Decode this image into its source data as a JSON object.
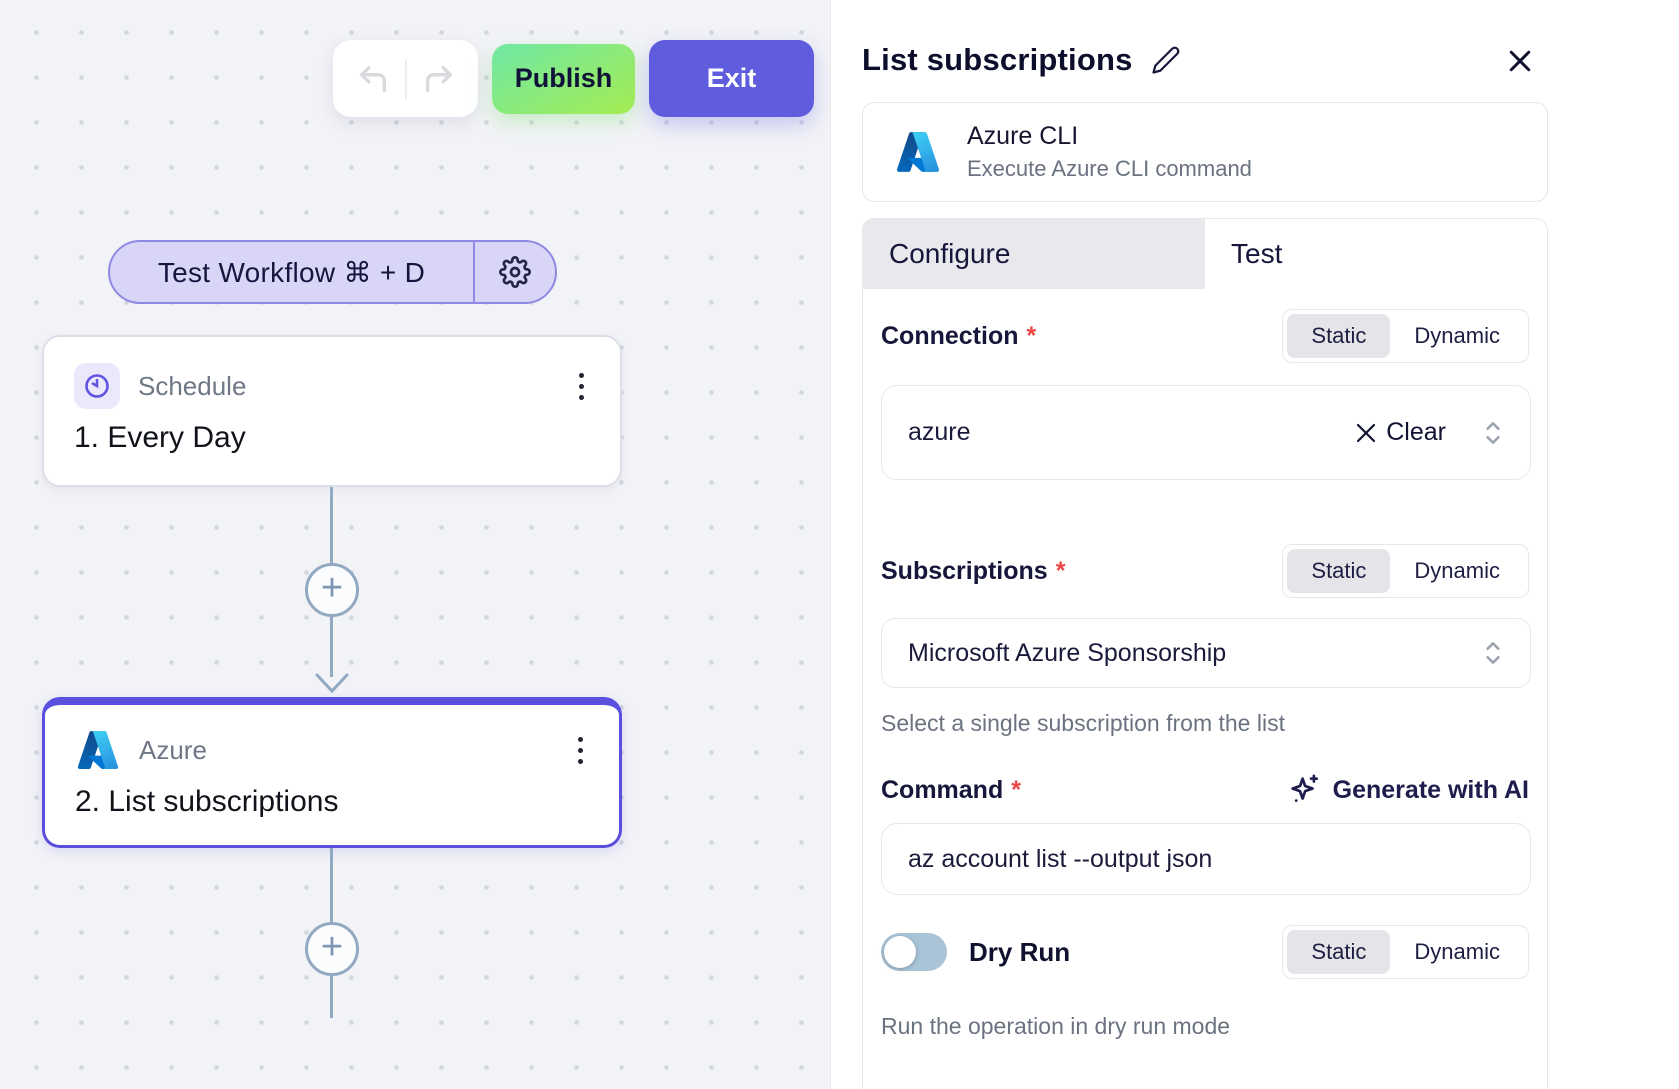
{
  "canvas": {
    "toolbar": {
      "publish_label": "Publish",
      "exit_label": "Exit"
    },
    "test_workflow": {
      "label": "Test Workflow ⌘ + D"
    },
    "nodes": [
      {
        "app": "Schedule",
        "title": "1. Every Day"
      },
      {
        "app": "Azure",
        "title": "2. List subscriptions"
      }
    ],
    "plus_glyph": "+"
  },
  "panel": {
    "title": "List subscriptions",
    "app_card": {
      "name": "Azure CLI",
      "description": "Execute Azure CLI command"
    },
    "tabs": {
      "configure": "Configure",
      "test": "Test"
    },
    "segmented": {
      "static": "Static",
      "dynamic": "Dynamic"
    },
    "required_marker": "*",
    "fields": {
      "connection": {
        "label": "Connection",
        "value": "azure",
        "clear_label": "Clear"
      },
      "subscriptions": {
        "label": "Subscriptions",
        "value": "Microsoft Azure Sponsorship",
        "helper": "Select a single subscription from the list"
      },
      "command": {
        "label": "Command",
        "value": "az account list --output json",
        "generate_label": "Generate with AI"
      },
      "dry_run": {
        "label": "Dry Run",
        "helper": "Run the operation in dry run mode"
      }
    }
  },
  "colors": {
    "accent_purple": "#5f5cdd",
    "selected_node_border": "#5a50dd",
    "publish_gradient_start": "#6fe8a5",
    "publish_gradient_end": "#a5ec51",
    "connector": "#93a9c1",
    "required_red": "#ef4444",
    "toggle_track": "#a9c3d7"
  }
}
